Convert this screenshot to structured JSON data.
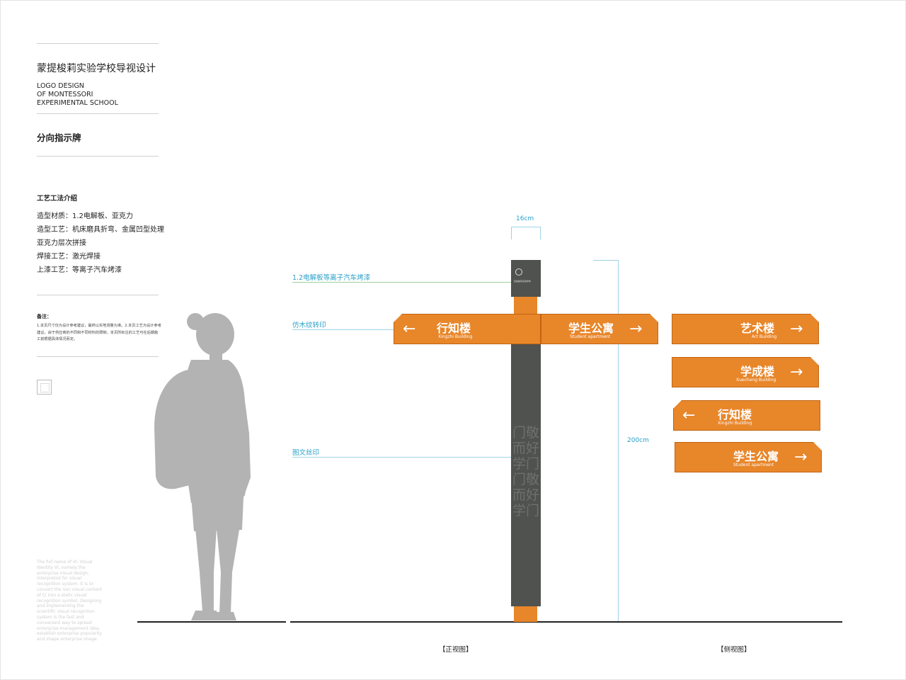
{
  "header": {
    "title_cn": "蒙提梭莉实验学校导视设计",
    "title_en": [
      "LOGO DESIGN",
      "OF MONTESSORI",
      "EXPERIMENTAL SCHOOL"
    ],
    "section": "分向指示牌"
  },
  "craft": {
    "title": "工艺工法介绍",
    "lines": [
      "造型材质：1.2电解板、亚克力",
      "造型工艺：机床磨具折弯、金属凹型处理",
      "亚克力层次拼接",
      "焊接工艺：激光焊接",
      "上漆工艺：等离子汽车烤漆"
    ]
  },
  "note": {
    "title": "备注：",
    "body": "1.本页尺寸仅为设计参考建议，最终以实地测量为准。2.本页工艺为设计参考建议，由于供应商的不同和不同材料的限制，本页所标注的工艺可在后期施工前根据具体情况而定。"
  },
  "en_paragraph": "The full name of VI: Visual Identity VI, namely the enterprise visual design, interpreted for visual recognition system. It is to convert the non visual content of CI into a static visual recognition symbol. Designing and implementing the scientific visual recognition system is the fast and convenient way to spread enterprise management idea, establish enterprise popularity and shape enterprise image.",
  "dimensions": {
    "width": "16cm",
    "height": "200cm"
  },
  "annotations": {
    "top_material": "1.2电解板等离子汽车烤漆",
    "wood_print": "仿木纹转印",
    "graphic_print": "图文丝印"
  },
  "post_logo_text": "蒙提梭莉实验学校",
  "post_glyphs": "门敬而好学门门敬而好学门",
  "front_signs": {
    "left": {
      "cn": "行知楼",
      "en": "Xingzhi Building",
      "arrow": "←"
    },
    "right": {
      "cn": "学生公寓",
      "en": "Student apartment",
      "arrow": "→"
    }
  },
  "side_signs": [
    {
      "cn": "艺术楼",
      "en": "Art Building",
      "arrow": "→"
    },
    {
      "cn": "学成楼",
      "en": "Xuecheng Building",
      "arrow": "→"
    },
    {
      "cn": "行知楼",
      "en": "Xingzhi Building",
      "arrow": "←"
    },
    {
      "cn": "学生公寓",
      "en": "Student apartment",
      "arrow": "→"
    }
  ],
  "view_labels": {
    "front": "【正视图】",
    "side": "【侧视图】"
  },
  "colors": {
    "orange": "#e8862a",
    "post_gray": "#4f524e",
    "annotation_blue": "#2aa0c8"
  }
}
